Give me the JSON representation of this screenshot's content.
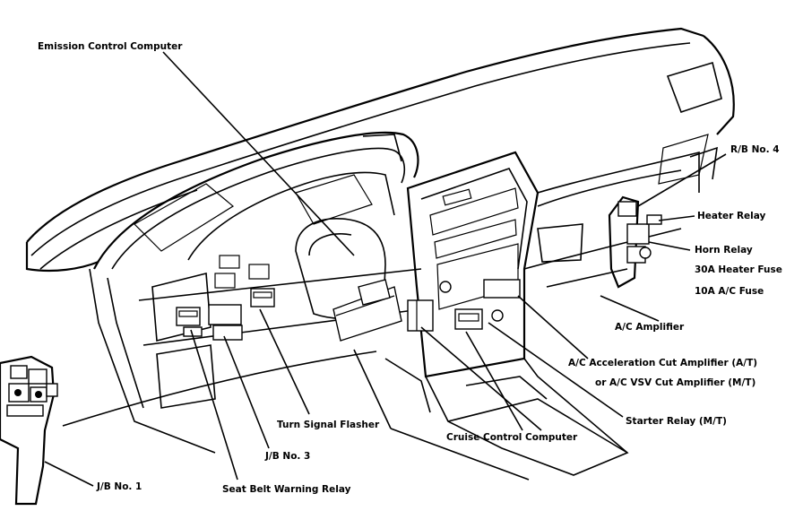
{
  "labels": {
    "emission_control_computer": "Emission Control Computer",
    "rb_no4": "R/B No. 4",
    "heater_relay": "Heater Relay",
    "horn_relay": "Horn Relay",
    "heater_fuse": "30A Heater Fuse",
    "ac_fuse": "10A A/C Fuse",
    "ac_amplifier": "A/C Amplifier",
    "ac_accel_cut_amp": "A/C Acceleration Cut Amplifier (A/T)",
    "ac_vsv_cut_amp": "or A/C VSV Cut Amplifier (M/T)",
    "starter_relay": "Starter Relay (M/T)",
    "turn_signal_flasher": "Turn Signal Flasher",
    "cruise_control_computer": "Cruise Control Computer",
    "jb_no3": "J/B No. 3",
    "jb_no1": "J/B No. 1",
    "seat_belt_warning_relay": "Seat Belt Warning Relay"
  }
}
